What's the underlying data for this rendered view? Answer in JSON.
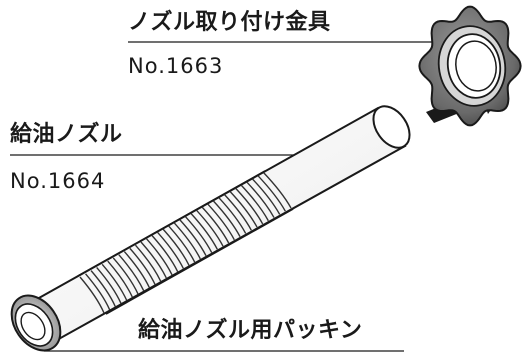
{
  "labels": {
    "cap_name": "ノズル取り付け金具",
    "cap_number": "No.1663",
    "nozzle_name": "給油ノズル",
    "nozzle_number": "No.1664",
    "gasket_name": "給油ノズル用パッキン"
  },
  "colors": {
    "text": "#1a1a1a",
    "line": "#1a1a1a",
    "metal_dark": "#5e5e5e",
    "metal_light": "#cfcfcf",
    "tube_fill": "#ffffff"
  },
  "icons": {
    "arrow": "arrow-right-icon"
  }
}
